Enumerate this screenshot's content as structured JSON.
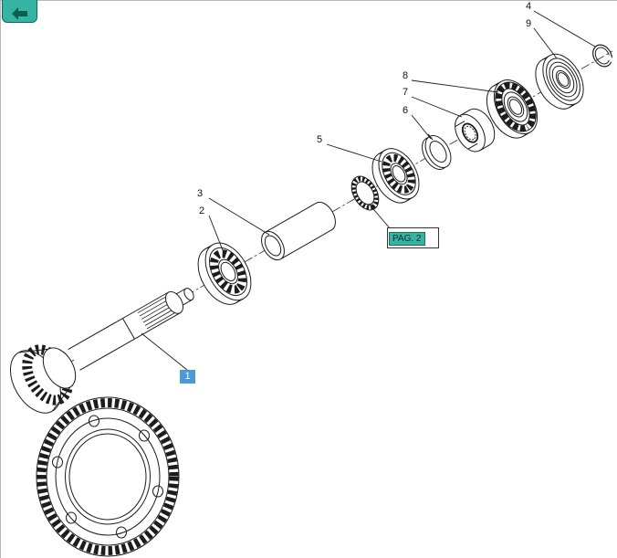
{
  "nav_icon": {
    "name": "catalog-nav-icon"
  },
  "callouts": {
    "c1": {
      "label": "1",
      "selected": true
    },
    "c2": {
      "label": "2"
    },
    "c3": {
      "label": "3"
    },
    "c4": {
      "label": "4"
    },
    "c5": {
      "label": "5"
    },
    "c6": {
      "label": "6"
    },
    "c7": {
      "label": "7"
    },
    "c8": {
      "label": "8"
    },
    "c9": {
      "label": "9"
    }
  },
  "page_link": {
    "label": "PAG. 2"
  },
  "colors": {
    "line": "#1c1c1c",
    "teal": "#36b3a2",
    "selected": "#4b99d9",
    "border": "#b8b8b8"
  }
}
